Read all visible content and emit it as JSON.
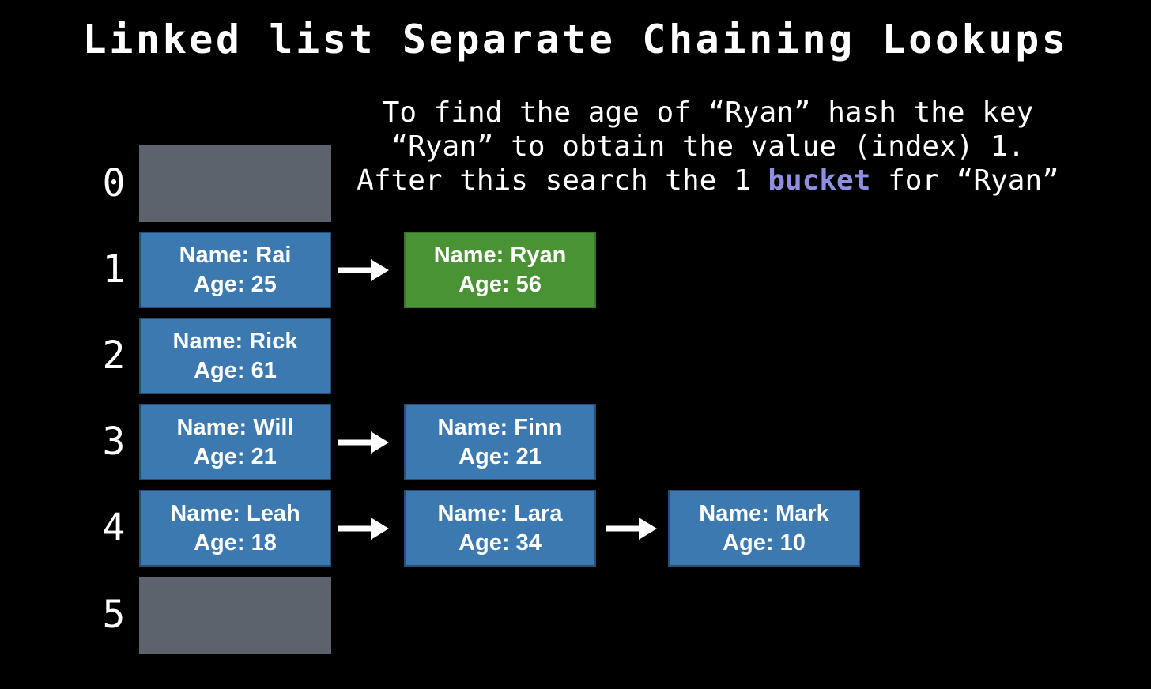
{
  "title": "Linked list Separate Chaining Lookups",
  "description": {
    "line1": "To find the age of “Ryan” hash the key",
    "line2": "“Ryan” to obtain the value (index) 1.",
    "line3_prefix": "After this search the 1 ",
    "line3_highlight": "bucket",
    "line3_suffix": " for “Ryan”"
  },
  "hash_table": {
    "rows": [
      {
        "index": "0",
        "empty": true,
        "chain": []
      },
      {
        "index": "1",
        "empty": false,
        "chain": [
          {
            "name": "Name: Rai",
            "age": "Age: 25"
          },
          {
            "name": "Name: Ryan",
            "age": "Age: 56",
            "found": true
          }
        ]
      },
      {
        "index": "2",
        "empty": false,
        "chain": [
          {
            "name": "Name: Rick",
            "age": "Age: 61"
          }
        ]
      },
      {
        "index": "3",
        "empty": false,
        "chain": [
          {
            "name": "Name: Will",
            "age": "Age: 21"
          },
          {
            "name": "Name: Finn",
            "age": "Age: 21"
          }
        ]
      },
      {
        "index": "4",
        "empty": false,
        "chain": [
          {
            "name": "Name: Leah",
            "age": "Age: 18"
          },
          {
            "name": "Name: Lara",
            "age": "Age: 34"
          },
          {
            "name": "Name: Mark",
            "age": "Age: 10"
          }
        ]
      },
      {
        "index": "5",
        "empty": true,
        "chain": []
      }
    ]
  },
  "icons": {
    "arrow_right": "→"
  },
  "colors": {
    "background": "#000000",
    "node_blue": "#3b79b0",
    "found_node_green": "#4a9334",
    "empty_slot_gray": "#5d636d",
    "highlight_purple": "#8f8fe0",
    "text_white": "#ffffff"
  }
}
